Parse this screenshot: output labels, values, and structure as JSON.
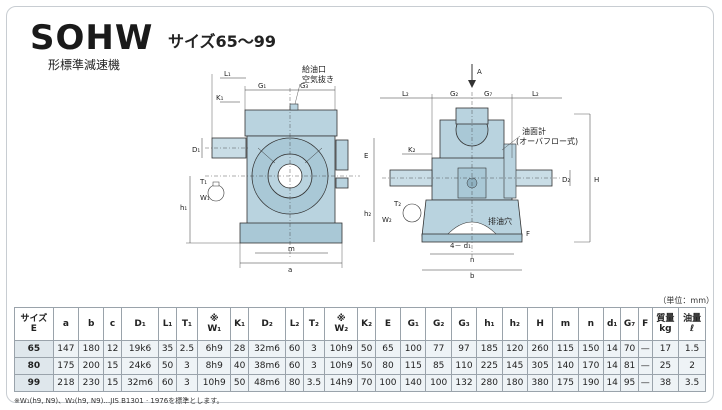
{
  "header": {
    "series": "SOHW",
    "subtitle": "形標準減速機",
    "size_range": "サイズ65～99"
  },
  "drawing": {
    "oil_inlet_label_1": "給油口",
    "oil_inlet_label_2": "空気抜き",
    "oil_gauge_label_1": "油面計",
    "oil_gauge_label_2": "(オーバフロー式)",
    "drain_label": "排油穴",
    "arrow_label": "A",
    "dims": {
      "L1": "L₁",
      "G1": "G₁",
      "G3": "G₃",
      "K1": "K₁",
      "D1": "D₁",
      "T1": "T₁",
      "W1": "W₁",
      "h1": "h₁",
      "m": "m",
      "a": "a",
      "L2": "L₂",
      "G2": "G₂",
      "G7": "G₇",
      "E": "E",
      "K2": "K₂",
      "D2": "D₂",
      "T2": "T₂",
      "W2": "W₂",
      "h2": "h₂",
      "H": "H",
      "F": "F",
      "d1": "4－ d₁",
      "n": "n",
      "b": "b"
    }
  },
  "table": {
    "unit": "（単位：mm）",
    "headers": [
      "サイズ\nE",
      "a",
      "b",
      "c",
      "D₁",
      "L₁",
      "T₁",
      "※\nW₁",
      "K₁",
      "D₂",
      "L₂",
      "T₂",
      "※\nW₂",
      "K₂",
      "E",
      "G₁",
      "G₂",
      "G₃",
      "h₁",
      "h₂",
      "H",
      "m",
      "n",
      "d₁",
      "G₇",
      "F",
      "質量\nkg",
      "油量\nℓ"
    ],
    "rows": [
      [
        "65",
        "147",
        "180",
        "12",
        "19k6",
        "35",
        "2.5",
        "6h9",
        "28",
        "32m6",
        "60",
        "3",
        "10h9",
        "50",
        "65",
        "100",
        "77",
        "97",
        "185",
        "120",
        "260",
        "115",
        "150",
        "14",
        "70",
        "—",
        "17",
        "1.5"
      ],
      [
        "80",
        "175",
        "200",
        "15",
        "24k6",
        "50",
        "3",
        "8h9",
        "40",
        "38m6",
        "60",
        "3",
        "10h9",
        "50",
        "80",
        "115",
        "85",
        "110",
        "225",
        "145",
        "305",
        "140",
        "170",
        "14",
        "81",
        "—",
        "25",
        "2"
      ],
      [
        "99",
        "218",
        "230",
        "15",
        "32m6",
        "60",
        "3",
        "10h9",
        "50",
        "48m6",
        "80",
        "3.5",
        "14h9",
        "70",
        "100",
        "140",
        "100",
        "132",
        "280",
        "180",
        "380",
        "175",
        "190",
        "14",
        "95",
        "—",
        "38",
        "3.5"
      ]
    ]
  },
  "footnote": "※W₁(h9, N9)、W₂(h9, N9)…JIS B1301 · 1976を標準とします。",
  "colors": {
    "body": "#b9d3df",
    "body_dark": "#8fb1c1",
    "line": "#333333",
    "frame": "#c8cdd2"
  }
}
